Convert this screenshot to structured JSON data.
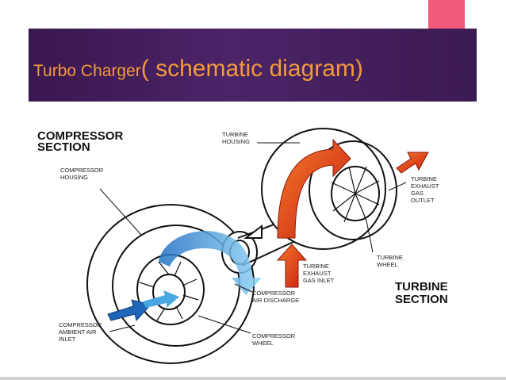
{
  "title": {
    "part1": "Turbo Charger",
    "part2": "( schematic diagram)"
  },
  "labels": {
    "compressor_section_1": "COMPRESSOR",
    "compressor_section_2": "SECTION",
    "compressor_housing_1": "COMPRESSOR",
    "compressor_housing_2": "HOUSING",
    "turbine_housing_1": "TURBINE",
    "turbine_housing_2": "HOUSING",
    "turbine_exhaust_outlet_1": "TURBINE",
    "turbine_exhaust_outlet_2": "EXHAUST",
    "turbine_exhaust_outlet_3": "GAS",
    "turbine_exhaust_outlet_4": "OUTLET",
    "turbine_wheel_1": "TURBINE",
    "turbine_wheel_2": "WHEEL",
    "turbine_exhaust_inlet_1": "TURBINE",
    "turbine_exhaust_inlet_2": "EXHAUST",
    "turbine_exhaust_inlet_3": "GAS INLET",
    "turbine_section_1": "TURBINE",
    "turbine_section_2": "SECTION",
    "compressor_air_discharge_1": "COMPRESSOR",
    "compressor_air_discharge_2": "AIR DISCHARGE",
    "compressor_ambient_1": "COMPRESSOR",
    "compressor_ambient_2": "AMBIENT AIR",
    "compressor_ambient_3": "INLET",
    "compressor_wheel_1": "COMPRESSOR",
    "compressor_wheel_2": "WHEEL"
  },
  "colors": {
    "title_bar": "#3f1c58",
    "title_text": "#f29a3a",
    "accent_tab": "#ef5b79",
    "hot_flow": "#e0401e",
    "cold_flow": "#4aa8e0"
  }
}
